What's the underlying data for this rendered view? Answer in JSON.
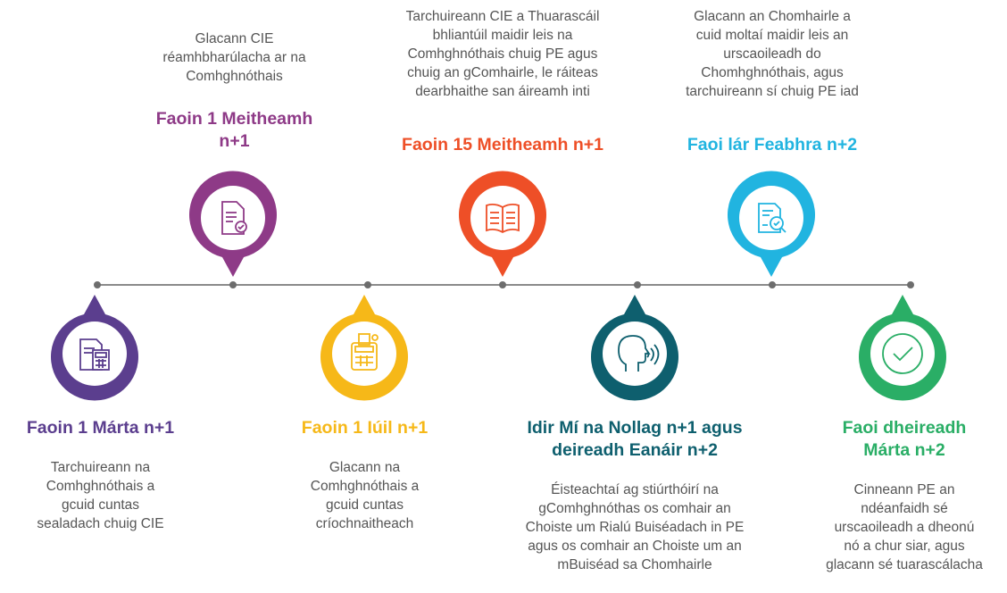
{
  "milestones": [
    {
      "id": "m1",
      "date": "Faoin 1 Márta n+1",
      "text": "Tarchuireann na\nComhghnóthais a\ngcuid cuntas\nsealadach chuig CIE",
      "color": "#5b3e8e",
      "icon": "calculator-document-icon",
      "position": "below"
    },
    {
      "id": "m2",
      "date": "Faoin 1 Meitheamh\nn+1",
      "text": "Glacann CIE\nréamhbharúlacha ar na\nComhghnóthais",
      "color": "#8e3a87",
      "icon": "document-check-icon",
      "position": "above"
    },
    {
      "id": "m3",
      "date": "Faoin 1 Iúil n+1",
      "text": "Glacann na\nComhghnóthais a\ngcuid cuntas\ncríochnaitheach",
      "color": "#f6b818",
      "icon": "printing-calculator-icon",
      "position": "below"
    },
    {
      "id": "m4",
      "date": "Faoin 15 Meitheamh n+1",
      "text": "Tarchuireann CIE a Thuarascáil\nbhliantúil maidir leis na\nComhghnóthais chuig PE agus\nchuig an gComhairle, le ráiteas\ndearbhaithe san áireamh inti",
      "color": "#ee4f27",
      "icon": "open-book-icon",
      "position": "above"
    },
    {
      "id": "m5",
      "date": "Idir Mí na Nollag n+1 agus\ndeireadh Eanáir n+2",
      "text": "Éisteachtaí ag stiúrthóirí na\ngComhghnóthas os comhair an\nChoiste um Rialú Buiséadach in PE\nagus os comhair an Choiste um an\nmBuiséad sa Chomhairle",
      "color": "#0e5f6e",
      "icon": "speaking-head-icon",
      "position": "below"
    },
    {
      "id": "m6",
      "date": "Faoi lár Feabhra n+2",
      "text": "Glacann an Chomhairle a\ncuid moltaí maidir leis an\nurscaoileadh do\nChomhghnóthais, agus\ntarchuireann sí chuig PE iad",
      "color": "#21b4e0",
      "icon": "document-search-icon",
      "position": "above"
    },
    {
      "id": "m7",
      "date": "Faoi dheireadh\nMárta n+2",
      "text": "Cinneann PE an\nndéanfaidh sé\nurscaoileadh a dheonú\nnó a chur siar, agus\nglacann sé tuarascálacha",
      "color": "#2aae66",
      "icon": "checkmark-circle-icon",
      "position": "below"
    }
  ]
}
